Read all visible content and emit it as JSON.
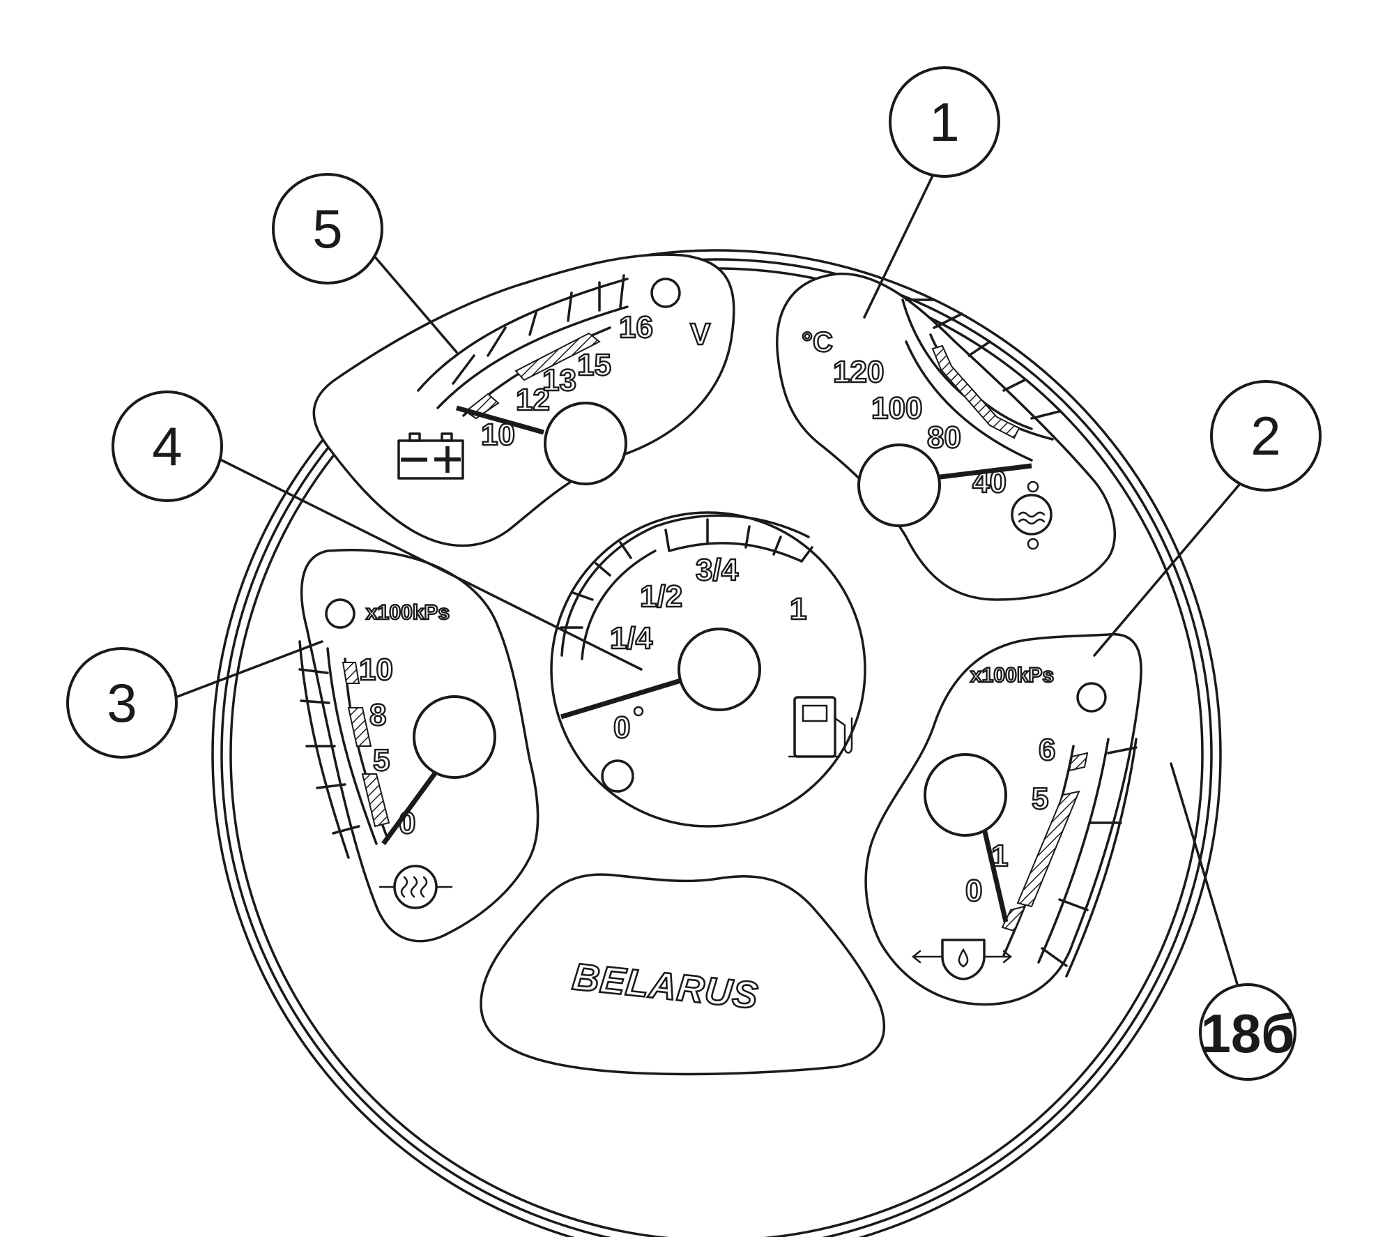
{
  "diagram": {
    "brand": "BELARUS",
    "figure_label": "18б",
    "callouts": [
      "1",
      "2",
      "3",
      "4",
      "5"
    ],
    "voltmeter": {
      "unit": "V",
      "ticks": [
        "10",
        "12",
        "13",
        "15",
        "16"
      ],
      "icon": "battery-icon",
      "battery_signs": [
        "−",
        "+"
      ]
    },
    "coolant_temp": {
      "unit": "°C",
      "ticks": [
        "120",
        "100",
        "80",
        "40"
      ],
      "icon": "coolant-temperature-icon"
    },
    "fuel_level": {
      "ticks": [
        "0",
        "1/4",
        "1/2",
        "3/4",
        "1"
      ],
      "icon": "fuel-pump-icon"
    },
    "air_pressure": {
      "unit": "x100kPs",
      "ticks": [
        "10",
        "8",
        "5",
        "0"
      ],
      "icon": "pneumatic-system-icon"
    },
    "oil_pressure": {
      "unit": "x100kPs",
      "ticks": [
        "6",
        "5",
        "1",
        "0"
      ],
      "icon": "oil-pressure-icon"
    }
  },
  "colors": {
    "line": "#1a1a1a",
    "background": "#ffffff"
  }
}
